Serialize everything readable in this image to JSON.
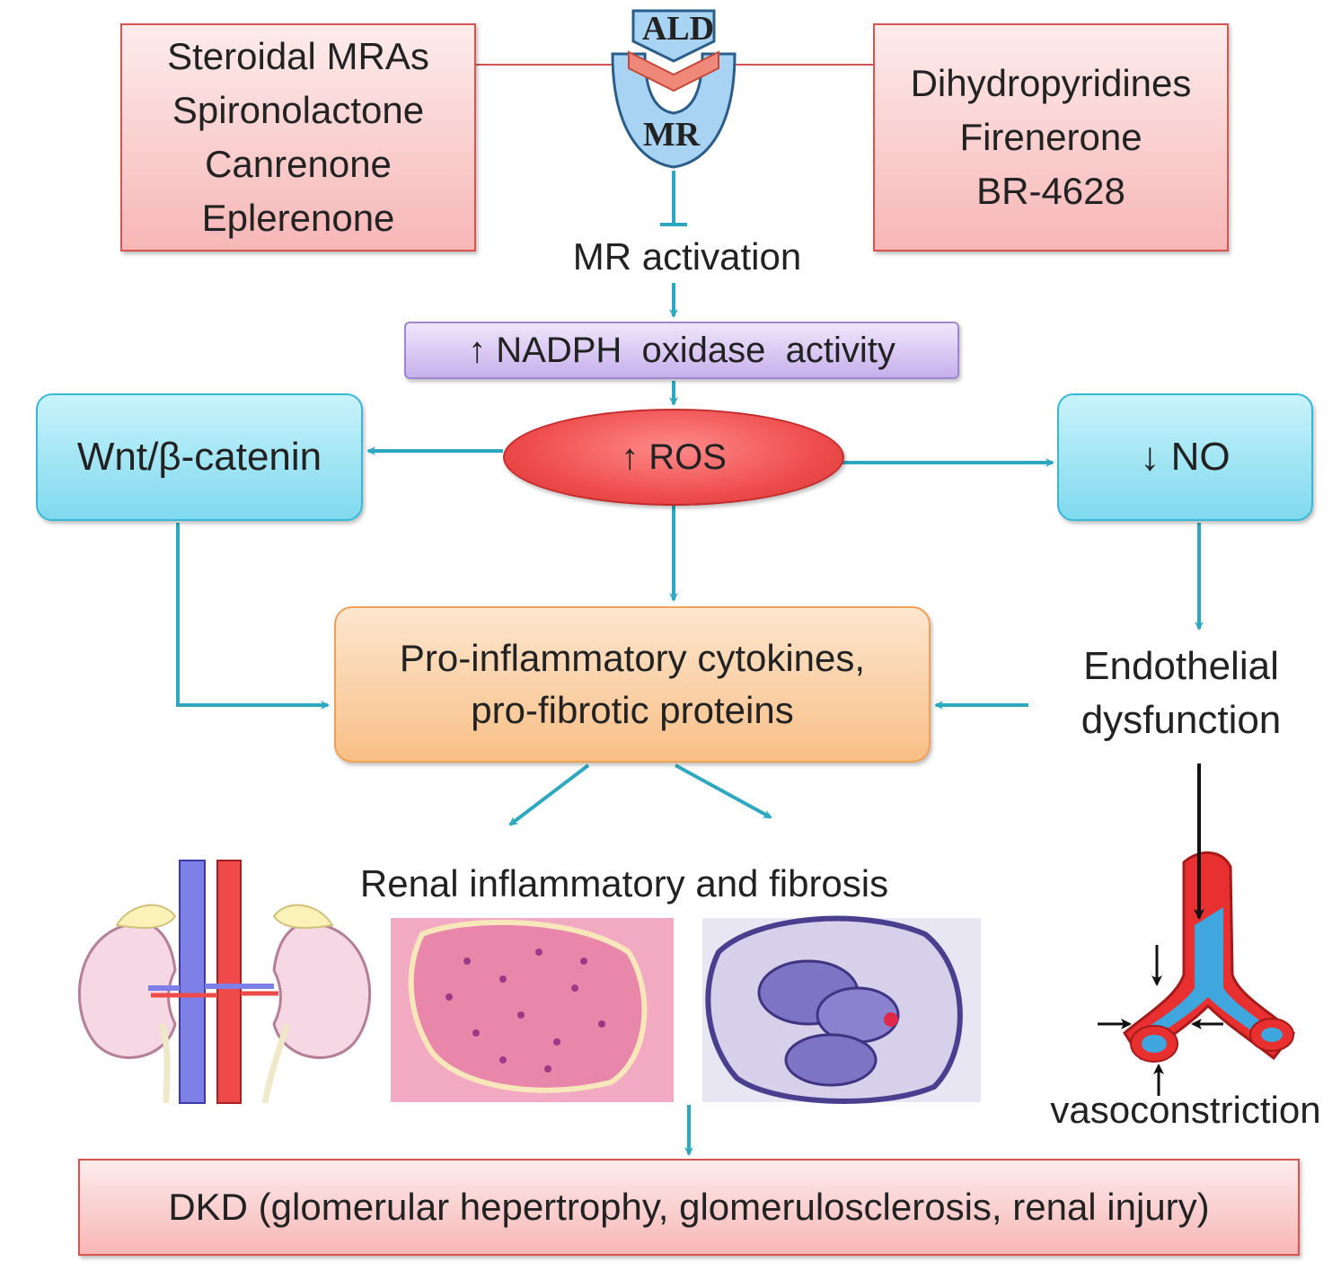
{
  "receptor": {
    "ligand": "ALD",
    "receptor": "MR"
  },
  "steroidal_box": {
    "lines": [
      "Steroidal MRAs",
      "Spironolactone",
      "Canrenone",
      "Eplerenone"
    ]
  },
  "nonsteroidal_box": {
    "lines": [
      "Dihydropyridines",
      "Firenerone",
      "BR-4628"
    ]
  },
  "mr_activation": "MR activation",
  "nadph": "↑ NADPH  oxidase  activity",
  "ros": "↑ ROS",
  "wnt": "Wnt/β-catenin",
  "no": "↓ NO",
  "cytokines": {
    "lines": [
      "Pro-inflammatory cytokines,",
      "pro-fibrotic proteins"
    ]
  },
  "endothelial": {
    "lines": [
      "Endothelial",
      "dysfunction"
    ]
  },
  "renal_label": "Renal inflammatory and fibrosis",
  "vasoconstriction": "vasoconstriction",
  "dkd": "DKD (glomerular hepertrophy, glomerulosclerosis, renal injury)",
  "colors": {
    "arrow": "#2ea8bf",
    "pink_border": "#d9534f",
    "ros_fill": "#ef4d4d",
    "receptor_fill": "#a9d3f2"
  }
}
